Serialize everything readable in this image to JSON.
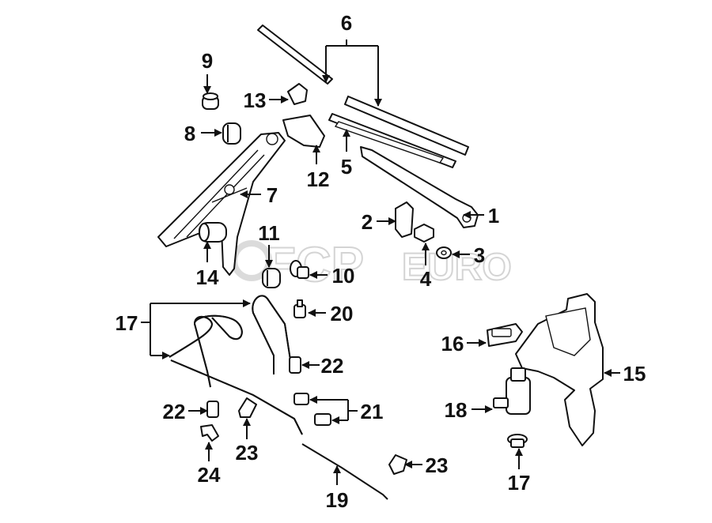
{
  "diagram": {
    "accent_color": "#111111",
    "watermark": {
      "brand": "FCP",
      "suffix": "EURO",
      "color": "#d8d8d8"
    },
    "callouts": {
      "c1": "1",
      "c2": "2",
      "c3": "3",
      "c4": "4",
      "c5": "5",
      "c6": "6",
      "c7": "7",
      "c8": "8",
      "c9": "9",
      "c10": "10",
      "c11": "11",
      "c12": "12",
      "c13": "13",
      "c14": "14",
      "c15": "15",
      "c16": "16",
      "c17a": "17",
      "c17b": "17",
      "c18": "18",
      "c19": "19",
      "c20": "20",
      "c21": "21",
      "c22a": "22",
      "c22b": "22",
      "c23a": "23",
      "c23b": "23",
      "c24": "24"
    }
  }
}
